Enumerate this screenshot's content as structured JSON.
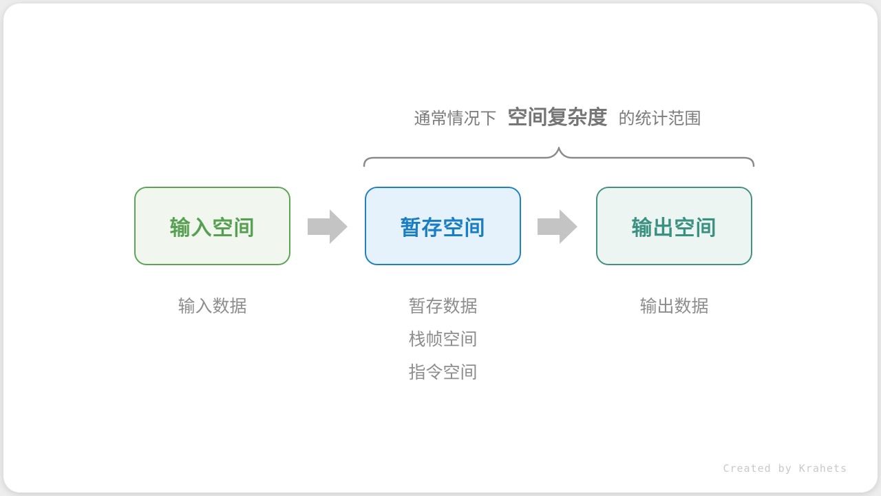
{
  "page": {
    "background_color": "#ededed",
    "card_color": "#ffffff"
  },
  "header": {
    "prefix": "通常情况下",
    "highlight": "空间复杂度",
    "suffix": "的统计范围",
    "text_color": "#7b7b7b",
    "brace_color": "#8a8a8a"
  },
  "boxes": [
    {
      "label": "输入空间",
      "text_color": "#57a052",
      "border_color": "#5da457",
      "fill_color": "#f1f7ef",
      "notes": [
        "输入数据"
      ]
    },
    {
      "label": "暂存空间",
      "text_color": "#1a7ec5",
      "border_color": "#1e80c6",
      "fill_color": "#e5f1fb",
      "notes": [
        "暂存数据",
        "栈帧空间",
        "指令空间"
      ]
    },
    {
      "label": "输出空间",
      "text_color": "#3b9181",
      "border_color": "#429181",
      "fill_color": "#ecf5f2",
      "notes": [
        "输出数据"
      ]
    }
  ],
  "arrows": {
    "color": "#c4c4c4",
    "direction": "right"
  },
  "notes_text_color": "#8d8d8d",
  "watermark": {
    "text": "Created by Krahets",
    "color": "#c9c9c9"
  }
}
